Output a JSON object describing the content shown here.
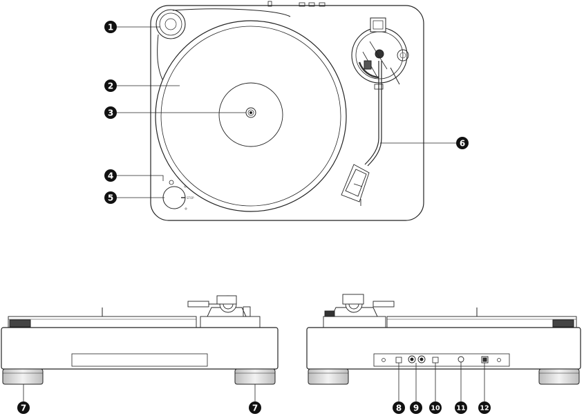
{
  "callouts": {
    "c1": "1",
    "c2": "2",
    "c3": "3",
    "c4": "4",
    "c5": "5",
    "c6": "6",
    "c7a": "7",
    "c7b": "7",
    "c8": "8",
    "c9": "9",
    "c10": "10",
    "c11": "11",
    "c12": "12"
  },
  "colors": {
    "line": "#222222",
    "callout_fill": "#111111",
    "shade": "#cfcfcf",
    "dark": "#2a2a2a"
  }
}
